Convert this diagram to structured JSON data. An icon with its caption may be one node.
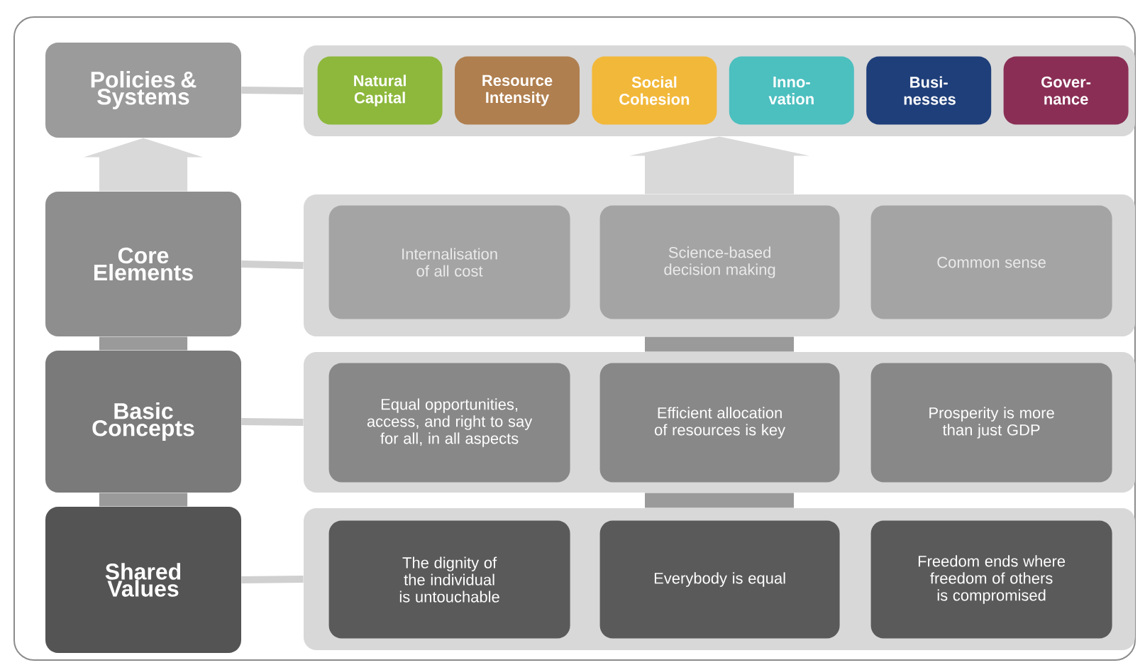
{
  "diagram": {
    "nodes": [
      {
        "text": [
          "Policies & Systems"
        ]
      },
      {
        "text": [],
        "shape": "box"
      },
      {
        "text": [
          "Natural Capital"
        ],
        "in": 1
      },
      {
        "text": [
          "Resource Intensity"
        ],
        "in": 1
      },
      {
        "text": [
          "Social Cohesion"
        ],
        "in": 1
      },
      {
        "text": [
          "Inno-vation"
        ],
        "in": 1
      },
      {
        "text": [
          "Busi-nesses"
        ],
        "in": 1
      },
      {
        "text": [
          "Gover-nance"
        ],
        "in": 1
      },
      {
        "text": [
          "Core Elements"
        ]
      },
      {
        "text": [],
        "shape": "box"
      },
      {
        "text": [
          "Internalisation of all cost"
        ],
        "in": 9
      },
      {
        "text": [
          "Science-based decision making"
        ],
        "in": 9
      },
      {
        "text": [
          "Common sense"
        ],
        "in": 9
      },
      {
        "text": [
          "Basic Concepts"
        ]
      },
      {
        "text": [],
        "shape": "box"
      },
      {
        "text": [
          "Equal opportunities, access, and right to say for all, in all aspects"
        ],
        "in": 14
      },
      {
        "text": [
          "Efficient allocation of resources is key"
        ],
        "in": 14
      },
      {
        "text": [
          "Prosperity is more than just GDP"
        ],
        "in": 14
      },
      {
        "text": [
          "Shared Values"
        ]
      },
      {
        "text": [],
        "shape": "box"
      },
      {
        "text": [
          "The dignity of the individual is untouchable"
        ],
        "in": 19
      },
      {
        "text": [
          "Everybody is equal"
        ],
        "in": 19
      },
      {
        "text": [
          "Freedom ends where freedom of others is compromised"
        ],
        "in": 19
      }
    ],
    "edges": [
      {
        "from": 0,
        "to": 1,
        "arrow": "none"
      },
      {
        "from": 8,
        "to": 9,
        "arrow": "none"
      },
      {
        "from": 13,
        "to": 14,
        "arrow": "none"
      },
      {
        "from": 18,
        "to": 19,
        "arrow": "none"
      },
      {
        "from": 8,
        "to": 0,
        "arrow": "to"
      },
      {
        "from": 9,
        "to": 1,
        "arrow": "to"
      },
      {
        "from": 13,
        "to": 8,
        "arrow": "none"
      },
      {
        "from": 18,
        "to": 13,
        "arrow": "none"
      },
      {
        "from": 14,
        "to": 9,
        "arrow": "none"
      },
      {
        "from": 19,
        "to": 14,
        "arrow": "none"
      }
    ]
  }
}
